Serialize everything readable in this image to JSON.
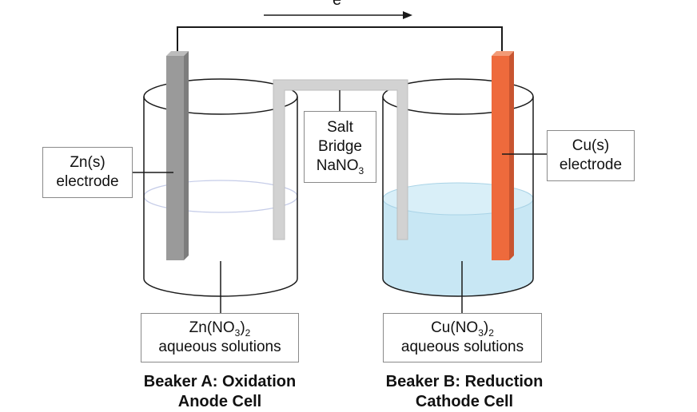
{
  "electron_flow": {
    "label": "e"
  },
  "zn_electrode_label": {
    "line1": "Zn(s)",
    "line2": "electrode"
  },
  "cu_electrode_label": {
    "line1": "Cu(s)",
    "line2": "electrode"
  },
  "salt_bridge_label": {
    "line1": "Salt",
    "line2": "Bridge",
    "line3_main": "NaNO",
    "line3_sub": "3"
  },
  "solution_a_label": {
    "formula_main": "Zn(NO",
    "formula_sub": "3",
    "formula_end": ")",
    "formula_sub2": "2",
    "line2": "aqueous solutions"
  },
  "solution_b_label": {
    "formula_main": "Cu(NO",
    "formula_sub": "3",
    "formula_end": ")",
    "formula_sub2": "2",
    "line2": "aqueous solutions"
  },
  "beaker_a_caption": {
    "line1": "Beaker A: Oxidation",
    "line2": "Anode Cell"
  },
  "beaker_b_caption": {
    "line1": "Beaker B: Reduction",
    "line2": "Cathode Cell"
  },
  "colors": {
    "zinc": "#9a9a9a",
    "copper": "#ee6a3c",
    "solution_b": "#c8e7f4",
    "salt_bridge": "#d2d2d2",
    "outline": "#1a1a1a"
  }
}
